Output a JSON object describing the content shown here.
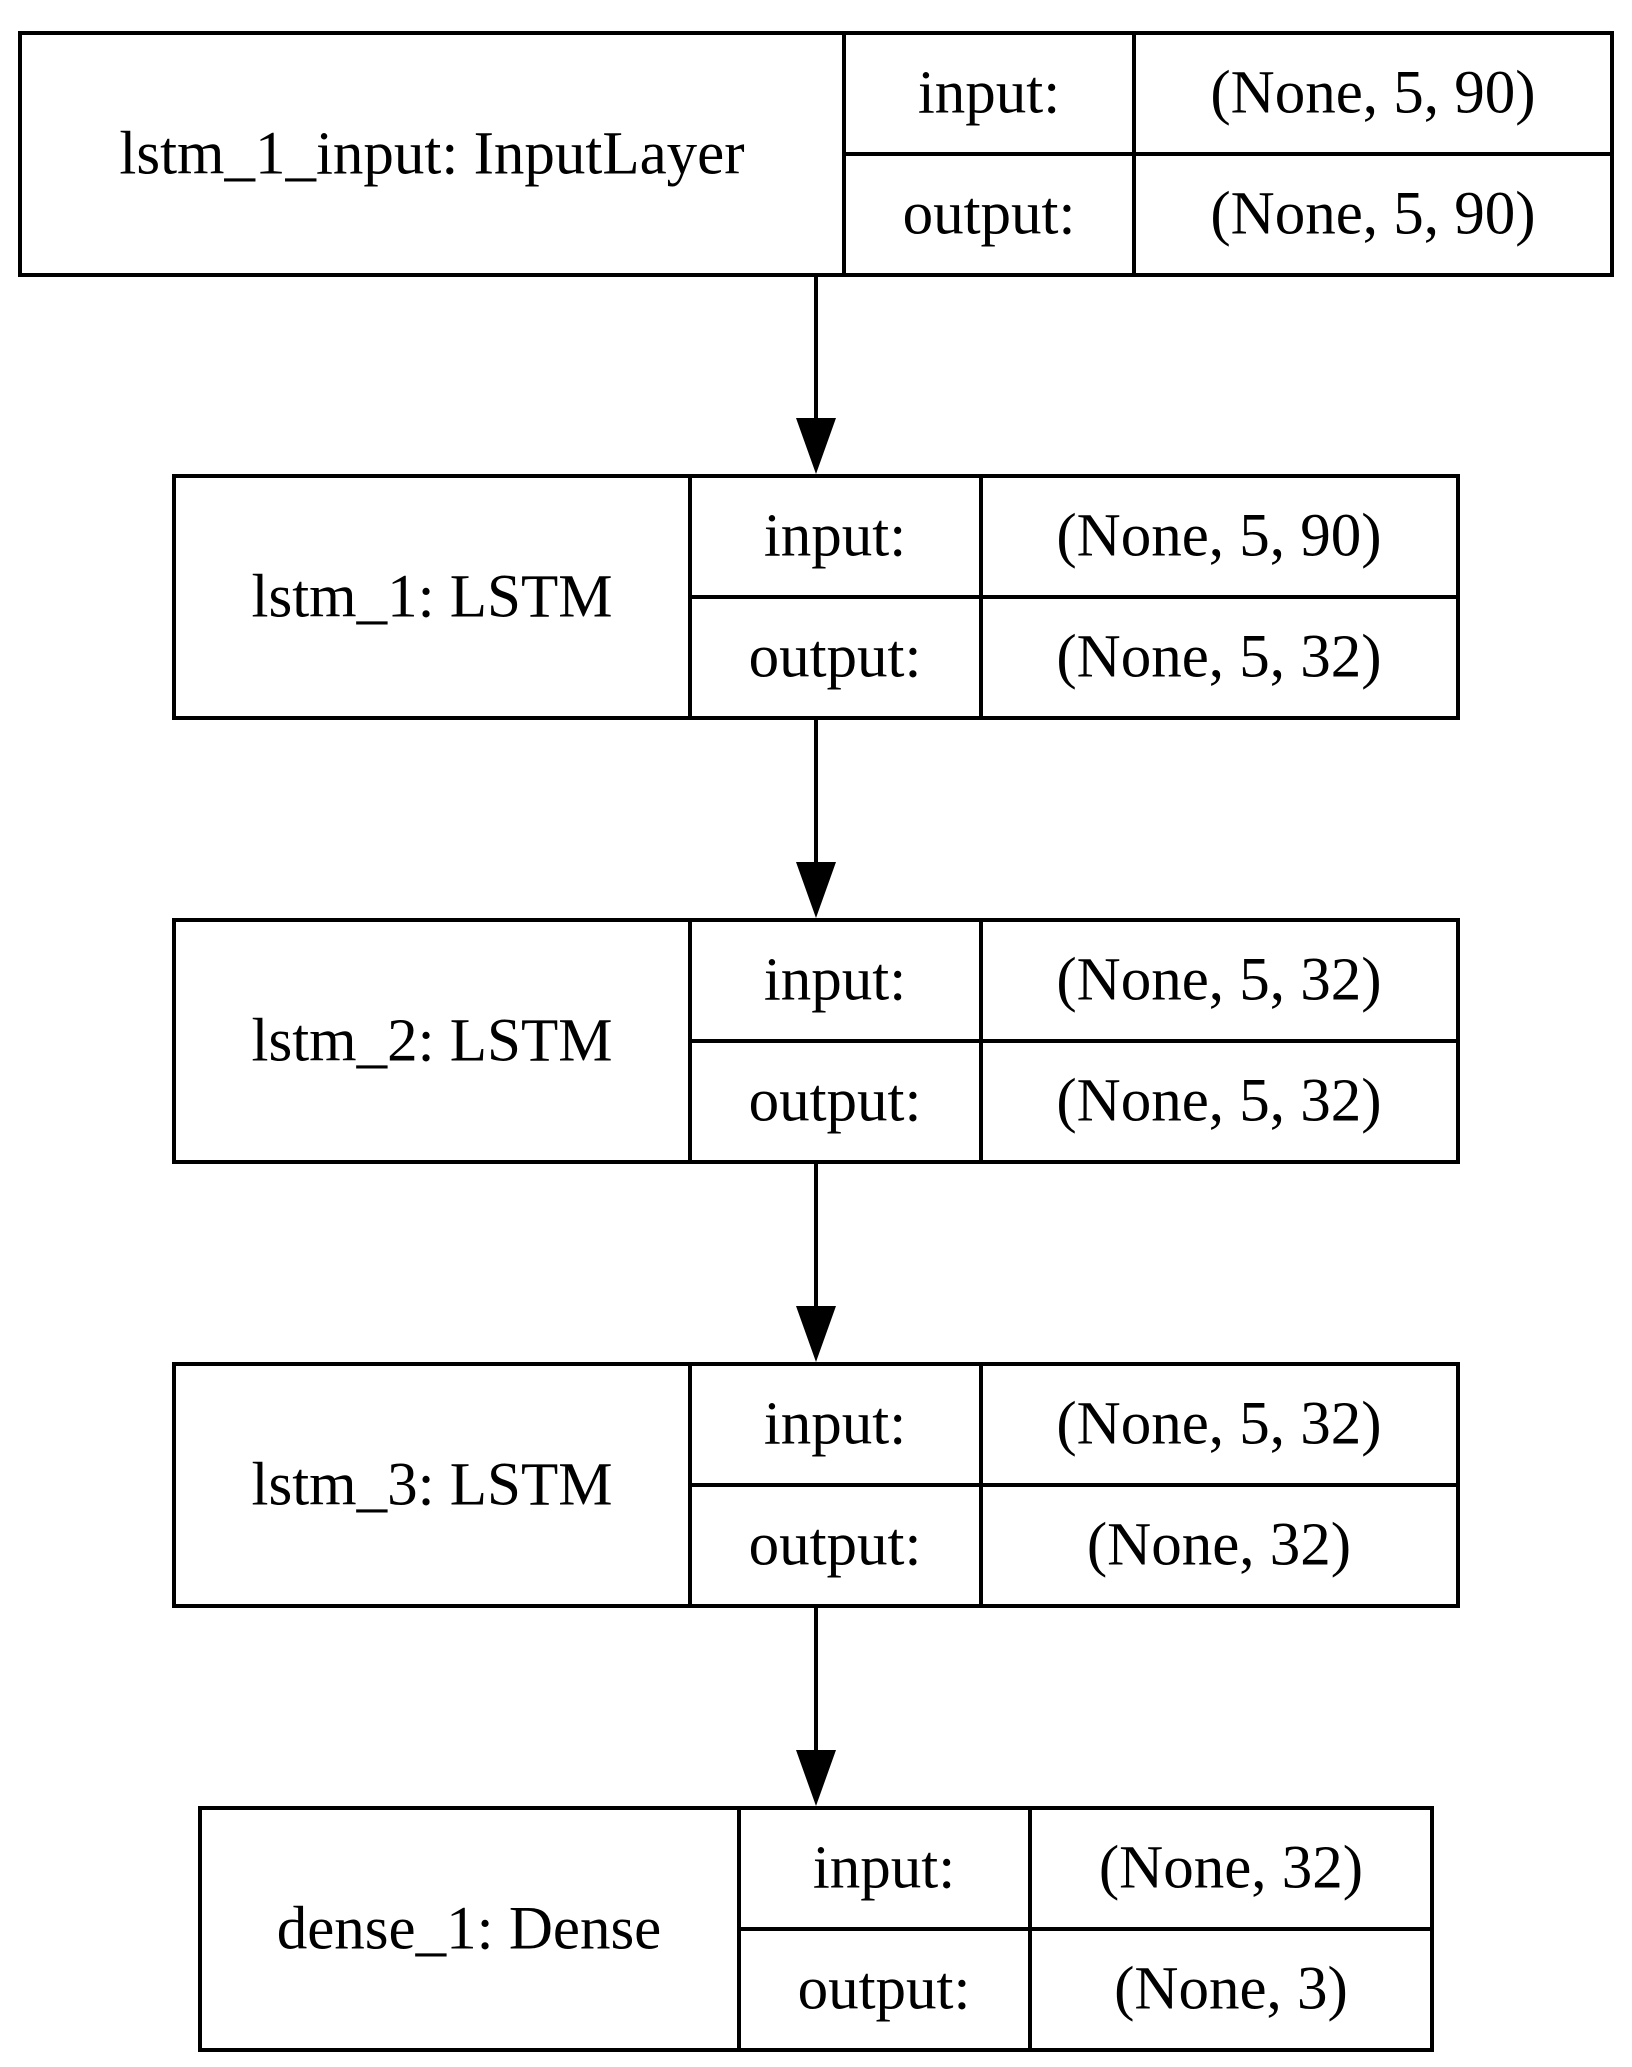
{
  "colors": {
    "background": "#ffffff",
    "stroke": "#000000",
    "text": "#000000"
  },
  "layers": [
    {
      "name": "lstm_1_input: InputLayer",
      "input_label": "input:",
      "input_shape": "(None, 5, 90)",
      "output_label": "output:",
      "output_shape": "(None, 5, 90)"
    },
    {
      "name": "lstm_1: LSTM",
      "input_label": "input:",
      "input_shape": "(None, 5, 90)",
      "output_label": "output:",
      "output_shape": "(None, 5, 32)"
    },
    {
      "name": "lstm_2: LSTM",
      "input_label": "input:",
      "input_shape": "(None, 5, 32)",
      "output_label": "output:",
      "output_shape": "(None, 5, 32)"
    },
    {
      "name": "lstm_3: LSTM",
      "input_label": "input:",
      "input_shape": "(None, 5, 32)",
      "output_label": "output:",
      "output_shape": "(None, 32)"
    },
    {
      "name": "dense_1: Dense",
      "input_label": "input:",
      "input_shape": "(None, 32)",
      "output_label": "output:",
      "output_shape": "(None, 3)"
    }
  ]
}
